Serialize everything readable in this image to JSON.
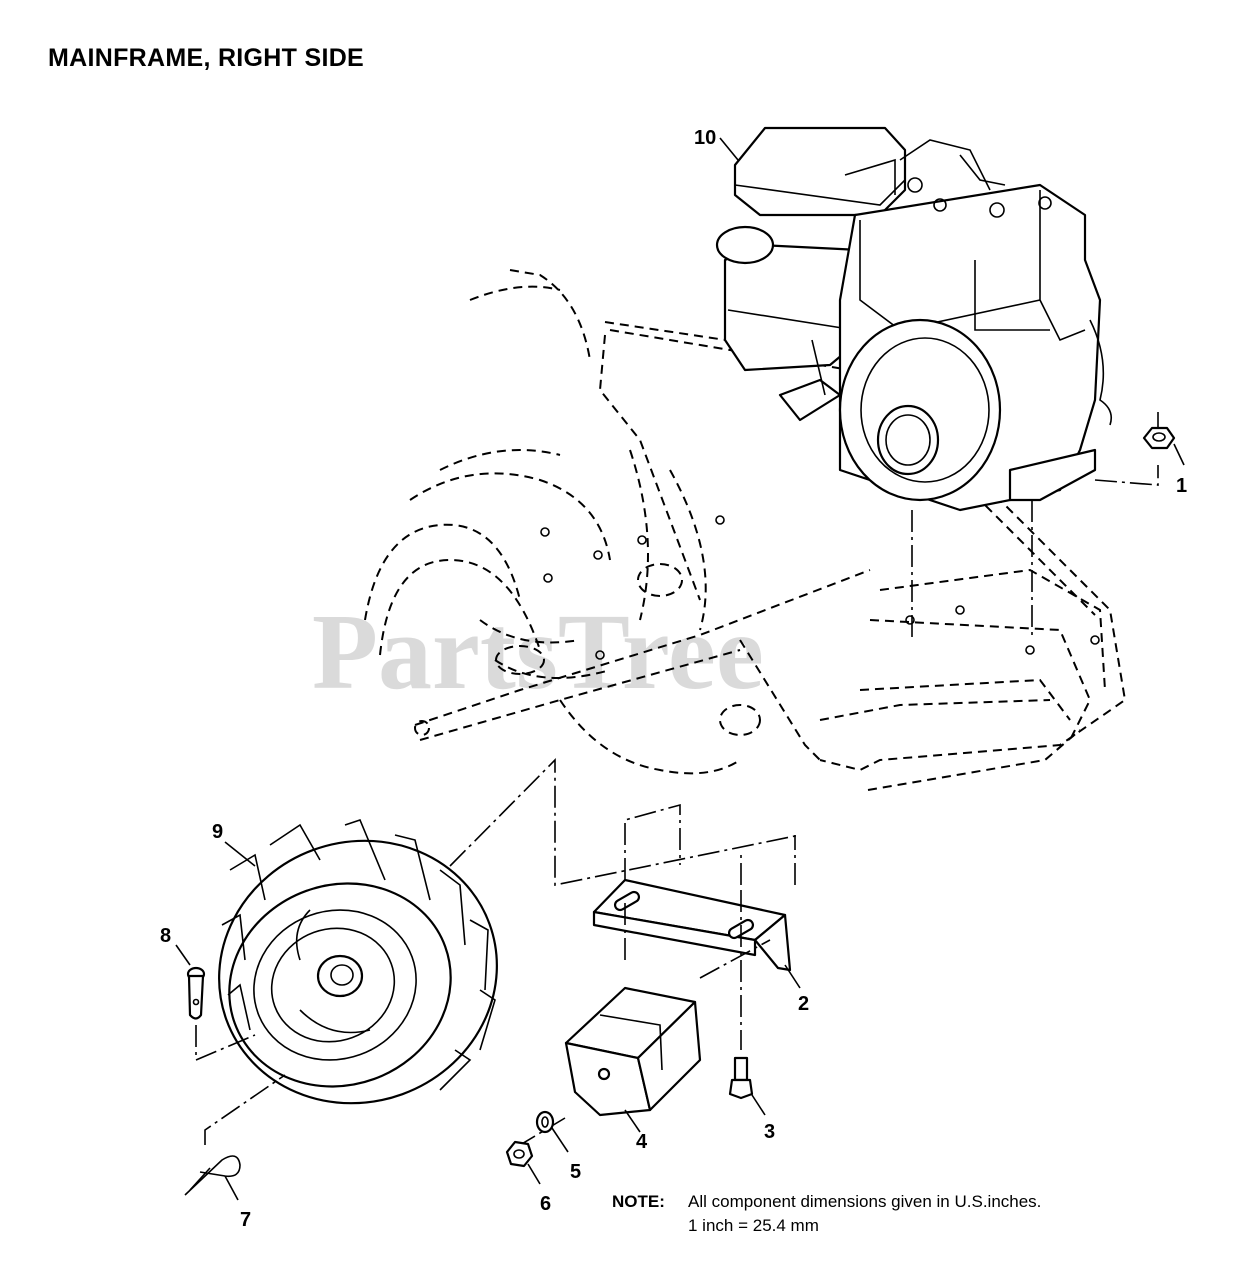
{
  "title": "MAINFRAME, RIGHT SIDE",
  "watermark": "PartsTree",
  "callouts": {
    "p1": "1",
    "p2": "2",
    "p3": "3",
    "p4": "4",
    "p5": "5",
    "p6": "6",
    "p7": "7",
    "p8": "8",
    "p9": "9",
    "p10": "10"
  },
  "note": {
    "label": "NOTE:",
    "line1": "All component dimensions given in U.S.inches.",
    "line2": "1 inch = 25.4 mm"
  },
  "colors": {
    "ink": "#000000",
    "watermark": "#bdbdbd",
    "background": "#ffffff"
  }
}
